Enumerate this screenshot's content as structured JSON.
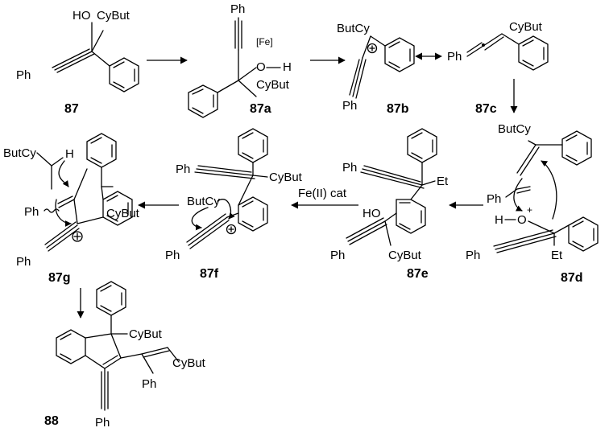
{
  "scheme": {
    "compounds": {
      "c87": {
        "label": "87",
        "groups": {
          "ho": "HO",
          "cybut": "CyBut",
          "ph": "Ph"
        }
      },
      "c87a": {
        "label": "87a",
        "groups": {
          "ph": "Ph",
          "fe": "[Fe]",
          "o": "O",
          "h": "H",
          "cybut": "CyBut"
        }
      },
      "c87b": {
        "label": "87b",
        "groups": {
          "butcy": "ButCy",
          "ph": "Ph"
        }
      },
      "c87c": {
        "label": "87c",
        "groups": {
          "ph": "Ph",
          "cybut": "CyBut"
        }
      },
      "c87d": {
        "label": "87d",
        "groups": {
          "butcy": "ButCy",
          "ph": "Ph",
          "h": "H",
          "o": "O",
          "et": "Et",
          "ph2": "Ph"
        }
      },
      "c87e": {
        "label": "87e",
        "groups": {
          "ph": "Ph",
          "et": "Et",
          "ho": "HO",
          "cybut": "CyBut",
          "ph2": "Ph"
        }
      },
      "c87f": {
        "label": "87f",
        "groups": {
          "ph": "Ph",
          "cybut": "CyBut",
          "butcy": "ButCy",
          "ph2": "Ph"
        }
      },
      "c87g": {
        "label": "87g",
        "groups": {
          "butcy": "ButCy",
          "h": "H",
          "ph": "Ph",
          "cybut": "CyBut",
          "ph2": "Ph"
        }
      },
      "c88": {
        "label": "88",
        "groups": {
          "cybut": "CyBut",
          "cybut2": "CyBut",
          "ph": "Ph",
          "ph2": "Ph"
        }
      }
    },
    "reagent": "Fe(II) cat"
  }
}
